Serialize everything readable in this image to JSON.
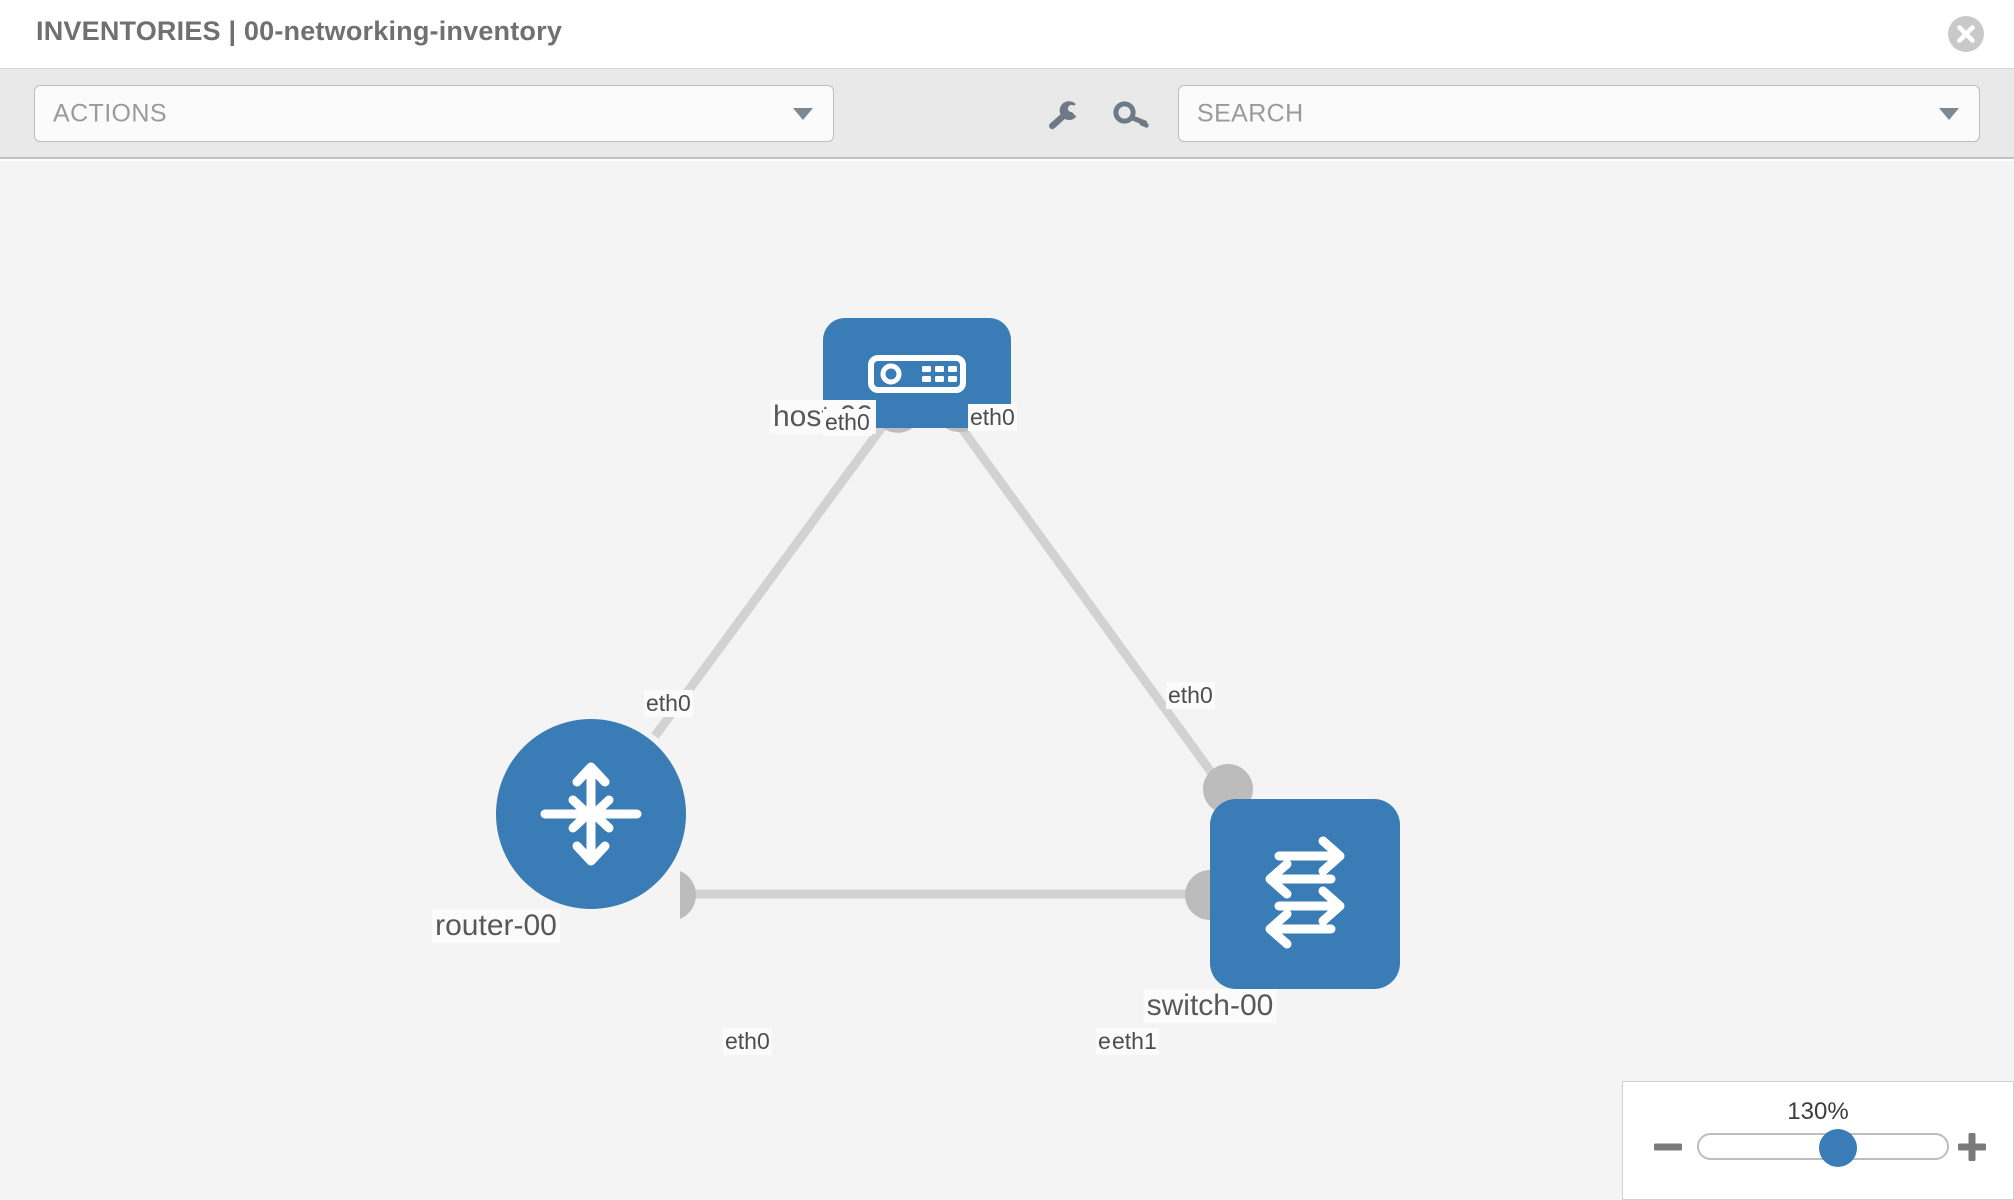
{
  "header": {
    "title": "INVENTORIES | 00-networking-inventory",
    "close_icon": "close-circle-icon"
  },
  "toolbar": {
    "actions": {
      "value": "ACTIONS",
      "caret_icon": "chevron-down-icon"
    },
    "wrench_icon": "wrench-icon",
    "key_icon": "key-icon",
    "search": {
      "placeholder": "SEARCH",
      "value": "SEARCH",
      "caret_icon": "chevron-down-icon"
    }
  },
  "topology": {
    "nodes": [
      {
        "id": "host-00",
        "label": "host-00",
        "type": "host",
        "icon": "server-icon"
      },
      {
        "id": "router-00",
        "label": "router-00",
        "type": "router",
        "icon": "router-arrows-icon"
      },
      {
        "id": "switch-00",
        "label": "switch-00",
        "type": "switch",
        "icon": "switch-arrows-icon"
      }
    ],
    "interface_labels": {
      "host_left": "eth0",
      "host_right": "eth0",
      "router_top": "eth0",
      "switch_top": "eth0",
      "router_right": "eth0",
      "switch_left_back": "eth",
      "switch_left": "eth1"
    },
    "colors": {
      "node": "#3a7cb5",
      "wire": "#d2d2d2",
      "pin": "#bcbcbc"
    }
  },
  "zoom_control": {
    "value": "130%",
    "minus_icon": "minus-icon",
    "plus_icon": "plus-icon",
    "percent": 56
  }
}
